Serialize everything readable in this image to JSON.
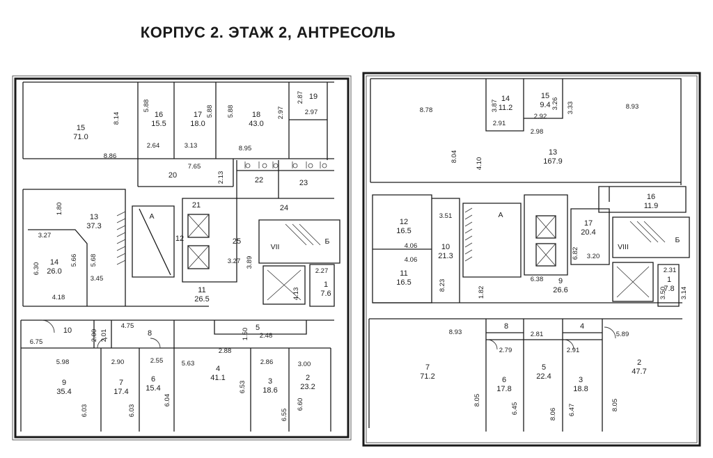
{
  "title": "КОРПУС 2. ЭТАЖ 2, АНТРЕСОЛЬ",
  "left_plan": {
    "rooms": [
      {
        "no": "15",
        "area": "71.0"
      },
      {
        "no": "16",
        "area": "15.5"
      },
      {
        "no": "17",
        "area": "18.0"
      },
      {
        "no": "18",
        "area": "43.0"
      },
      {
        "no": "19",
        "area": ""
      },
      {
        "no": "20",
        "area": ""
      },
      {
        "no": "22",
        "area": ""
      },
      {
        "no": "23",
        "area": ""
      },
      {
        "no": "21",
        "area": ""
      },
      {
        "no": "24",
        "area": ""
      },
      {
        "no": "13",
        "area": "37.3"
      },
      {
        "no": "14",
        "area": "26.0"
      },
      {
        "no": "12",
        "area": ""
      },
      {
        "no": "25",
        "area": ""
      },
      {
        "no": "11",
        "area": "26.5"
      },
      {
        "no": "1",
        "area": "7.6"
      },
      {
        "no": "10",
        "area": ""
      },
      {
        "no": "8",
        "area": ""
      },
      {
        "no": "5",
        "area": ""
      },
      {
        "no": "9",
        "area": "35.4"
      },
      {
        "no": "7",
        "area": "17.4"
      },
      {
        "no": "6",
        "area": "15.4"
      },
      {
        "no": "4",
        "area": "41.1"
      },
      {
        "no": "3",
        "area": "18.6"
      },
      {
        "no": "2",
        "area": "23.2"
      }
    ],
    "stairs": {
      "a": "А",
      "b": "Б",
      "vii": "VII"
    },
    "dims": [
      "8.14",
      "8.86",
      "5.88",
      "2.64",
      "3.13",
      "5.88",
      "5.88",
      "8.95",
      "2.97",
      "2.87",
      "2.97",
      "7.65",
      "2.13",
      "1.80",
      "3.27",
      "5.66",
      "5.68",
      "6.30",
      "3.45",
      "4.18",
      "3.89",
      "3.27",
      "2.27",
      "4.13",
      "6.75",
      "2.00",
      "2.01",
      "4.75",
      "5.98",
      "2.90",
      "2.55",
      "6.03",
      "6.03",
      "6.04",
      "5.63",
      "6.53",
      "2.88",
      "1.50",
      "2.48",
      "2.86",
      "3.00",
      "6.55",
      "6.60"
    ]
  },
  "right_plan": {
    "rooms": [
      {
        "no": "14",
        "area": "11.2"
      },
      {
        "no": "15",
        "area": "9.4"
      },
      {
        "no": "13",
        "area": "167.9"
      },
      {
        "no": "16",
        "area": "11.9"
      },
      {
        "no": "12",
        "area": "16.5"
      },
      {
        "no": "11",
        "area": "16.5"
      },
      {
        "no": "10",
        "area": "21.3"
      },
      {
        "no": "17",
        "area": "20.4"
      },
      {
        "no": "9",
        "area": "26.6"
      },
      {
        "no": "1",
        "area": "7.8"
      },
      {
        "no": "8",
        "area": ""
      },
      {
        "no": "4",
        "area": ""
      },
      {
        "no": "7",
        "area": "71.2"
      },
      {
        "no": "6",
        "area": "17.8"
      },
      {
        "no": "5",
        "area": "22.4"
      },
      {
        "no": "3",
        "area": "18.8"
      },
      {
        "no": "2",
        "area": "47.7"
      }
    ],
    "stairs": {
      "a": "А",
      "b": "Б",
      "viii": "VIII"
    },
    "dims": [
      "8.78",
      "3.87",
      "2.91",
      "3.26",
      "2.92",
      "2.98",
      "3.33",
      "8.93",
      "8.04",
      "4.10",
      "3.51",
      "4.06",
      "4.06",
      "8.23",
      "1.82",
      "6.38",
      "6.82",
      "3.20",
      "2.31",
      "3.50",
      "3.14",
      "8.93",
      "2.79",
      "2.81",
      "2.91",
      "5.89",
      "8.05",
      "6.45",
      "8.06",
      "6.47",
      "8.05"
    ]
  }
}
